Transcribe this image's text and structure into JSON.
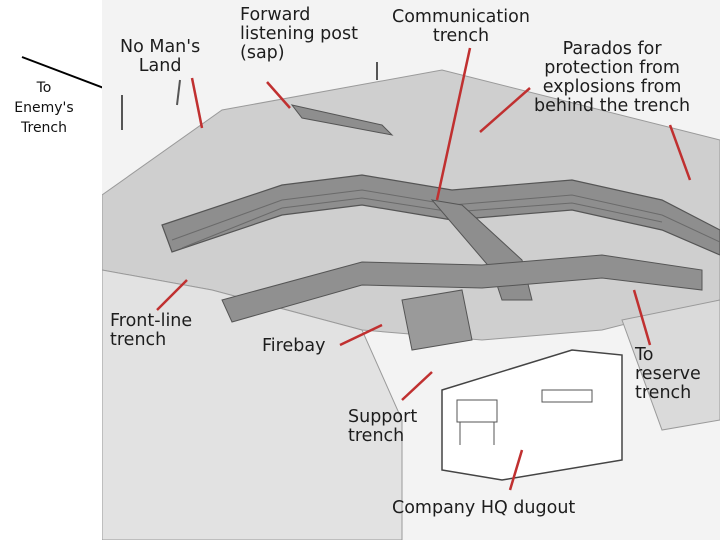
{
  "side_label": [
    "To",
    "Enemy's",
    "Trench"
  ],
  "labels": {
    "no_mans_land": [
      "No Man's",
      "Land"
    ],
    "forward_post": [
      "Forward",
      "listening post",
      "(sap)"
    ],
    "communication": [
      "Communication",
      "trench"
    ],
    "parados": [
      "Parados for",
      "protection from",
      "explosions from",
      "behind the trench"
    ],
    "front_line": [
      "Front-line",
      "trench"
    ],
    "firebay": [
      "Firebay"
    ],
    "reserve": [
      "To",
      "reserve",
      "trench"
    ],
    "support": [
      "Support",
      "trench"
    ],
    "hq": [
      "Company HQ dugout"
    ]
  },
  "colors": {
    "diagram_ground": "#c8c8c8",
    "wall": "#8a8a8a",
    "arrow": "#c03030",
    "ink": "#1d1d1d"
  }
}
